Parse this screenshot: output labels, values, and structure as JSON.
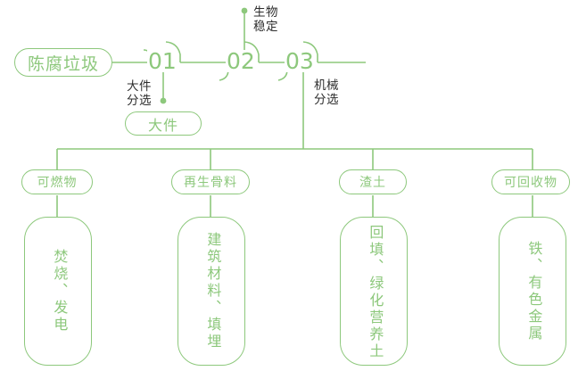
{
  "theme": {
    "green": "#8dc87c",
    "green_text": "#8dc87c",
    "dark_text": "#2e2e2e",
    "background": "#ffffff"
  },
  "diagram": {
    "type": "process-flow",
    "title": "",
    "source": {
      "label": "陈腐垃圾"
    },
    "steps": [
      {
        "number": "01",
        "annotation": "大件\n分选",
        "output": "大件"
      },
      {
        "number": "02",
        "annotation": "生物\n稳定",
        "output": ""
      },
      {
        "number": "03",
        "annotation": "机械\n分选",
        "output": ""
      }
    ],
    "outputs": [
      {
        "category": "可燃物",
        "use": "焚烧、发电"
      },
      {
        "category": "再生骨料",
        "use": "建筑材料、填埋"
      },
      {
        "category": "渣土",
        "use": "回填、绿化营养土"
      },
      {
        "category": "可回收物",
        "use": "铁、有色金属"
      }
    ]
  }
}
